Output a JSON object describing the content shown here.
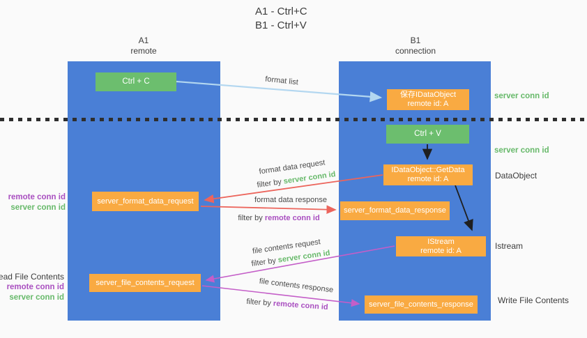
{
  "title": {
    "line1": "A1 - Ctrl+C",
    "line2": "B1 - Ctrl+V"
  },
  "lanes": {
    "a1": {
      "name": "A1",
      "subtitle": "remote"
    },
    "b1": {
      "name": "B1",
      "subtitle": "connection"
    }
  },
  "nodes": {
    "ctrl_c": {
      "label": "Ctrl + C"
    },
    "save_idataobject": {
      "line1": "保存IDataObject",
      "line2": "remote id: A"
    },
    "ctrl_v": {
      "label": "Ctrl + V"
    },
    "getdata": {
      "line1": "IDataObject::GetData",
      "line2": "remote id: A"
    },
    "format_request": {
      "label": "server_format_data_request"
    },
    "format_response": {
      "label": "server_format_data_response"
    },
    "istream": {
      "line1": "IStream",
      "line2": "remote id: A"
    },
    "file_request": {
      "label": "server_file_contents_request"
    },
    "file_response": {
      "label": "server_file_contents_response"
    }
  },
  "right_labels": {
    "server_conn_id_1": "server conn id",
    "server_conn_id_2": "server conn id",
    "dataobject": "DataObject",
    "istream": "Istream",
    "write_file_contents": "Write File Contents"
  },
  "left_labels": {
    "remote_conn_id_1": "remote conn id",
    "server_conn_id_1": "server conn id",
    "read_file_contents": "Read File Contents",
    "remote_conn_id_2": "remote conn id",
    "server_conn_id_2": "server conn id"
  },
  "arrow_labels": {
    "format_list": "format list",
    "format_data_request": "format data request",
    "format_data_response": "format data response",
    "file_contents_request": "file contents request",
    "file_contents_response": "file contents response",
    "filter_by": "filter by",
    "server_conn_id": "server conn id",
    "remote_conn_id": "remote conn id"
  },
  "colors": {
    "lane_blue": "#4a7fd6",
    "box_green": "#6cbe6e",
    "box_orange": "#f9aa42",
    "green_text": "#67b96a",
    "purple_text": "#a94fc0",
    "request_arrow_red": "#ec655c",
    "file_arrow_magenta": "#c45ec8",
    "format_list_arrow_blue": "#b3d7f0",
    "black_arrow": "#1f1f1f"
  }
}
